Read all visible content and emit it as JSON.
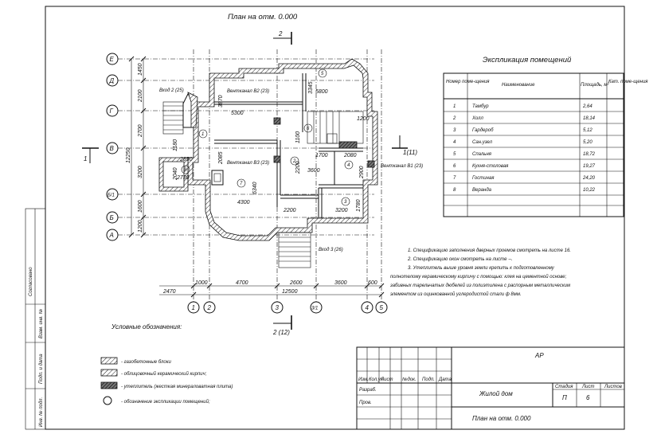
{
  "sheet": {
    "plan_title": "План на отм. 0.000",
    "section_top": "2",
    "section_bottom": "2 (12)",
    "section_left": "1",
    "section_right": "1(11)"
  },
  "axes": {
    "rows": [
      "Е",
      "Д",
      "Г",
      "В",
      "Б/1",
      "Б",
      "А"
    ],
    "cols": [
      "1",
      "2",
      "3",
      "3/1",
      "4",
      "5"
    ]
  },
  "dims": {
    "left": [
      "1450",
      "2100",
      "2700",
      "3200",
      "1600",
      "1200"
    ],
    "left_total": "12250",
    "bottom": [
      "2470",
      "1000",
      "4700",
      "2600",
      "3600",
      "600"
    ],
    "bottom_total": "12500",
    "inner": [
      "3870",
      "5300",
      "5800",
      "3345",
      "2085",
      "6340",
      "4300",
      "2200",
      "3600",
      "1700",
      "2080",
      "2900",
      "3200",
      "1780",
      "2200",
      "1100",
      "1200",
      "2850",
      "2040",
      "2730",
      "1180"
    ]
  },
  "labels": {
    "entry2": "Вход 2 (25)",
    "entry3": "Вход 3 (26)",
    "vent_b2": "Вентканал В2 (23)",
    "vent_b3": "Вентканал В3 (23)",
    "vent_b1": "Вентканал В1 (23)"
  },
  "explication": {
    "title": "Экспликация помещений",
    "headers": [
      "Номер поме-щения",
      "Наименование",
      "Площадь, м²",
      "Кат. поме-щения"
    ],
    "rows": [
      {
        "n": "1",
        "name": "Тамбур",
        "area": "2,64"
      },
      {
        "n": "2",
        "name": "Холл",
        "area": "18,14"
      },
      {
        "n": "3",
        "name": "Гардероб",
        "area": "5,12"
      },
      {
        "n": "4",
        "name": "Сан.узел",
        "area": "5,20"
      },
      {
        "n": "5",
        "name": "Спальня",
        "area": "18,72"
      },
      {
        "n": "6",
        "name": "Кухня-столовая",
        "area": "19,27"
      },
      {
        "n": "7",
        "name": "Гостиная",
        "area": "24,20"
      },
      {
        "n": "8",
        "name": "Веранда",
        "area": "10,22"
      }
    ]
  },
  "notes": [
    "1. Спецификацию заполнения дверных проемов смотреть на листе 16.",
    "2. Спецификацию окон смотреть на листе --.",
    "3. Утеплитель выше уровня земли крепить к подготовленному",
    "полнотелому керамическому кирпичу с помощью: клея на цементной основе;",
    "забивных тарельчатых дюбелей из полиэтилена с распорным металлическим",
    "элементом из оцинкованной углеродистой стали  ф  8мм."
  ],
  "legend": {
    "title": "Условные обозначения:",
    "items": [
      "- газобетонные блоки",
      "- облицовочный керамический кирпич;",
      "- утеплитель (жесткая минераловатная плита)",
      "- обозначение экспликации помещений;"
    ]
  },
  "side_stamp": [
    "Согласовано",
    "Взам. инв. №",
    "Подп. и дата",
    "Инв. № подл."
  ],
  "title_block": {
    "code": "АР",
    "cols": [
      "Изм.",
      "Кол.уч",
      "Лист",
      "№док.",
      "Подп.",
      "Дата"
    ],
    "roles": [
      "Разраб.",
      "Пров."
    ],
    "object": "Жилой дом",
    "stage_headers": [
      "Стадия",
      "Лист",
      "Листов"
    ],
    "stage": "П",
    "sheet": "6",
    "drawing": "План на отм. 0.000"
  }
}
